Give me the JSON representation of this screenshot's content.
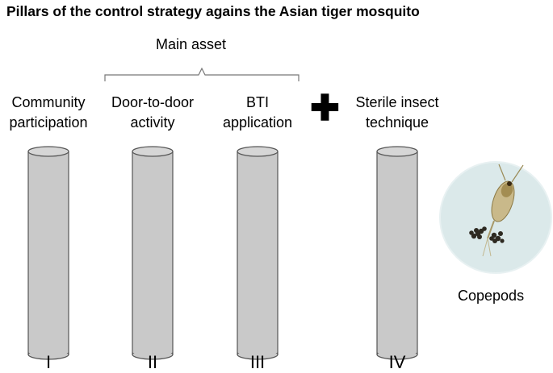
{
  "title": "Pillars of the control strategy agains the Asian tiger mosquito",
  "main_asset": "Main asset",
  "pillars": [
    {
      "line1": "Community",
      "line2": "participation",
      "numeral": "I"
    },
    {
      "line1": "Door-to-door",
      "line2": "activity",
      "numeral": "II"
    },
    {
      "line1": "BTI",
      "line2": "application",
      "numeral": "III"
    },
    {
      "line1": "Sterile insect",
      "line2": "technique",
      "numeral": "IV"
    }
  ],
  "plus_symbol": "✚",
  "copepods": {
    "label": "Copepods",
    "image": "copepod-photo"
  },
  "colors": {
    "cylinder_fill": "#c9c9c9",
    "cylinder_stroke": "#555555",
    "photo_bg": "#dbe9ea"
  }
}
